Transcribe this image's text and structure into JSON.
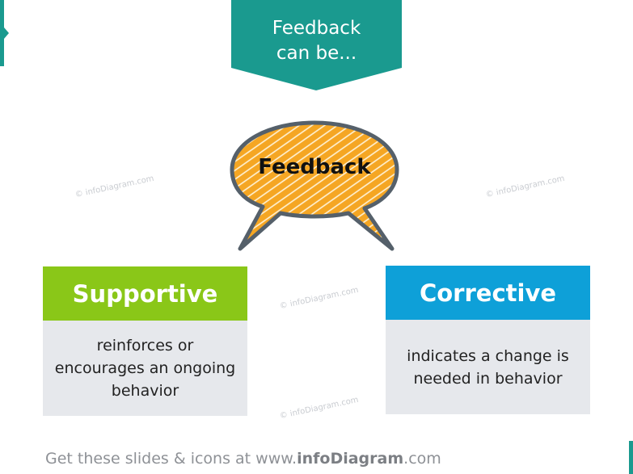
{
  "banner": {
    "line1": "Feedback",
    "line2": "can be..."
  },
  "bubble": {
    "label": "Feedback"
  },
  "cards": {
    "supportive": {
      "title": "Supportive",
      "lines": [
        "reinforces or",
        "encourages an ongoing",
        "behavior"
      ]
    },
    "corrective": {
      "title": "Corrective",
      "lines": [
        "indicates a change is",
        "needed in behavior"
      ]
    }
  },
  "watermark": "© infoDiagram.com",
  "footer": {
    "prefix": "Get these slides & icons at www.",
    "brand": "infoDiagram",
    "suffix": ".com"
  },
  "colors": {
    "teal": "#1a9a8f",
    "orange": "#f5a623",
    "green": "#8ac718",
    "blue": "#0ea0d8",
    "gray_panel": "#e6e8ec",
    "outline": "#55606a"
  },
  "icons": {
    "bubble": "speech-bubble-icon"
  }
}
